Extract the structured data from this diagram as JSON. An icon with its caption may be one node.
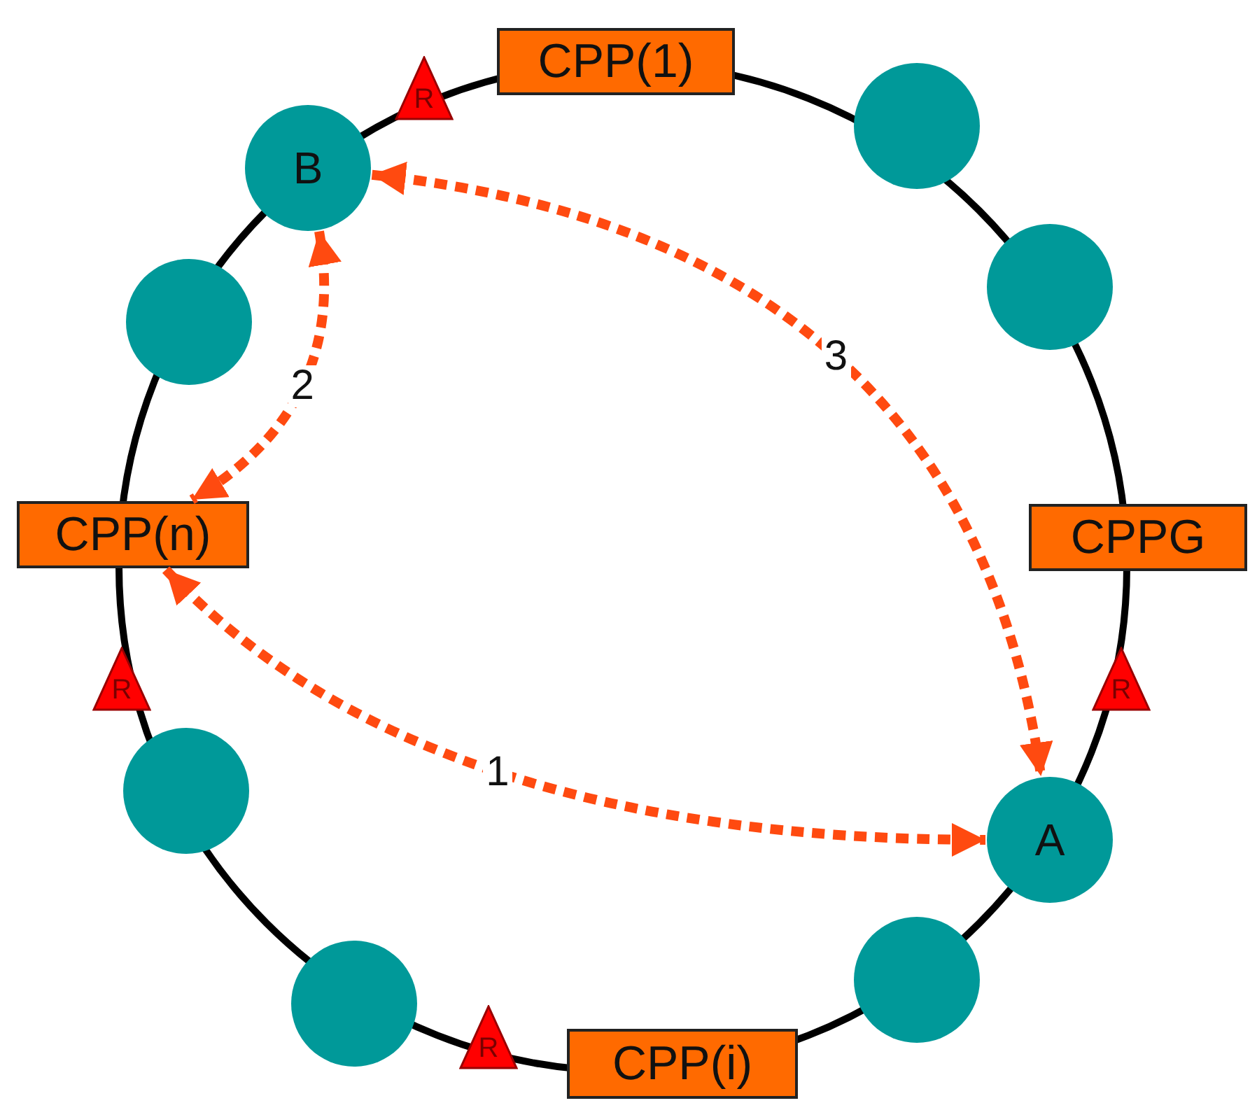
{
  "diagram": {
    "nodes": [
      {
        "text": [
          "R"
        ]
      },
      {
        "text": [
          "CPP(1)"
        ]
      },
      {
        "text": [],
        "shape": "circle"
      },
      {
        "text": [
          "B"
        ]
      },
      {
        "text": [],
        "shape": "circle"
      },
      {
        "text": [],
        "shape": "circle"
      },
      {
        "text": [
          "CPP(n)"
        ]
      },
      {
        "text": [
          "CPPG"
        ]
      },
      {
        "text": [
          "R"
        ]
      },
      {
        "text": [
          "R"
        ]
      },
      {
        "text": [],
        "shape": "circle"
      },
      {
        "text": [
          "A"
        ]
      },
      {
        "text": [],
        "shape": "circle"
      },
      {
        "text": [],
        "shape": "circle"
      },
      {
        "text": [
          "R"
        ]
      },
      {
        "text": [
          "CPP(i)"
        ]
      }
    ],
    "edges": [
      {
        "from": 6,
        "to": 11,
        "arrow": "both",
        "label": "1",
        "style": "dashed"
      },
      {
        "from": 3,
        "to": 6,
        "arrow": "both",
        "label": "2",
        "style": "dashed"
      },
      {
        "from": 3,
        "to": 11,
        "arrow": "both",
        "label": "3",
        "style": "dashed"
      }
    ]
  }
}
